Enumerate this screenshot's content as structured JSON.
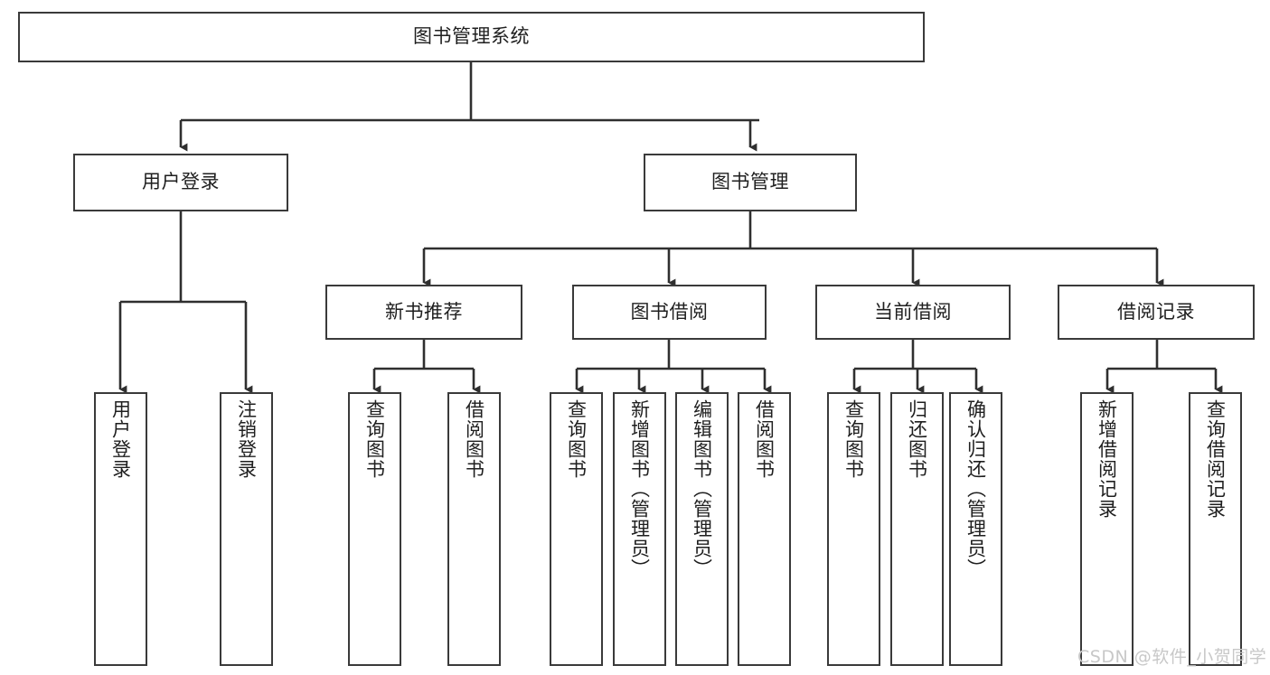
{
  "diagram": {
    "type": "tree-hierarchy",
    "title": "图书管理系统",
    "colors": {
      "background": "#ffffff",
      "box_border": "#3a3a3a",
      "box_fill": "#ffffff",
      "connector": "#2f2f2f",
      "text": "#1f1f1f",
      "watermark": "#c8c8c8"
    },
    "root": {
      "label": "图书管理系统"
    },
    "level2": [
      {
        "label": "用户登录"
      },
      {
        "label": "图书管理"
      }
    ],
    "level3": [
      {
        "label": "新书推荐"
      },
      {
        "label": "图书借阅"
      },
      {
        "label": "当前借阅"
      },
      {
        "label": "借阅记录"
      }
    ],
    "leaves_user_login": [
      {
        "label": "用户登录"
      },
      {
        "label": "注销登录"
      }
    ],
    "leaves_new_book": [
      {
        "label": "查询图书"
      },
      {
        "label": "借阅图书"
      }
    ],
    "leaves_borrow": [
      {
        "label": "查询图书"
      },
      {
        "label": "新增图书（管理员）"
      },
      {
        "label": "编辑图书（管理员）"
      },
      {
        "label": "借阅图书"
      }
    ],
    "leaves_current": [
      {
        "label": "查询图书"
      },
      {
        "label": "归还图书"
      },
      {
        "label": "确认归还（管理员）"
      }
    ],
    "leaves_records": [
      {
        "label": "新增借阅记录"
      },
      {
        "label": "查询借阅记录"
      }
    ]
  },
  "watermark": {
    "text": "CSDN @软件_小贺同学"
  }
}
